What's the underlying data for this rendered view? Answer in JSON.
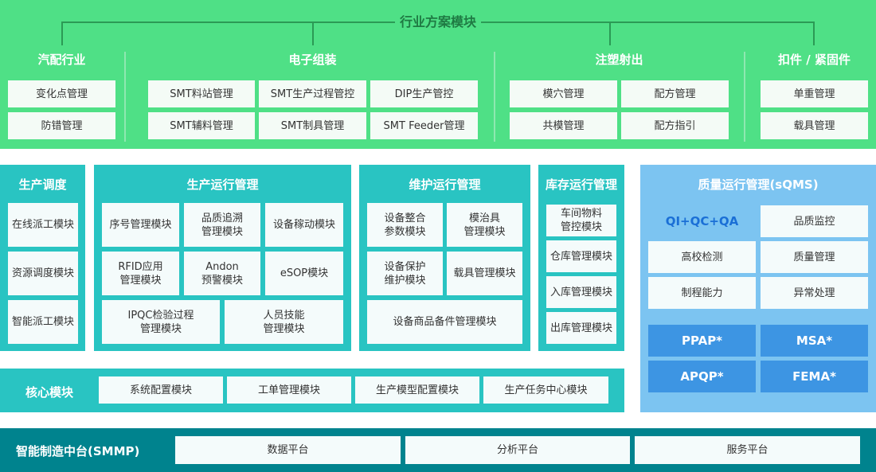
{
  "colors": {
    "industry_bg": "#4fe086",
    "teal_panel": "#29c4c2",
    "quality_panel": "#7cc4f1",
    "quality_accent": "#3d95e3",
    "platform_bg": "#00838e",
    "qi_text": "#1a6fd6"
  },
  "industry": {
    "title": "行业方案模块",
    "groups": [
      {
        "name": "汽配行业",
        "items": [
          "变化点管理",
          "防错管理"
        ]
      },
      {
        "name": "电子组装",
        "items": [
          "SMT料站管理",
          "SMT生产过程管控",
          "DIP生产管控",
          "SMT辅料管理",
          "SMT制具管理",
          "SMT Feeder管理"
        ]
      },
      {
        "name": "注塑射出",
        "items": [
          "模穴管理",
          "配方管理",
          "共模管理",
          "配方指引"
        ]
      },
      {
        "name": "扣件 / 紧固件",
        "items": [
          "单重管理",
          "载具管理"
        ]
      }
    ]
  },
  "scheduling": {
    "title": "生产调度",
    "items": [
      "在线派工模块",
      "资源调度模块",
      "智能派工模块"
    ]
  },
  "production_ops": {
    "title": "生产运行管理",
    "items": [
      "序号管理模块",
      "品质追溯\n管理模块",
      "设备稼动模块",
      "RFID应用\n管理模块",
      "Andon\n预警模块",
      "eSOP模块",
      "IPQC检验过程\n管理模块",
      "人员技能\n管理模块"
    ]
  },
  "maintenance_ops": {
    "title": "维护运行管理",
    "items": [
      "设备整合\n参数模块",
      "模治具\n管理模块",
      "设备保护\n维护模块",
      "载具管理模块",
      "设备商品备件管理模块"
    ]
  },
  "inventory_ops": {
    "title": "库存运行管理",
    "items": [
      "车间物料\n管控模块",
      "仓库管理模块",
      "入库管理模块",
      "出库管理模块"
    ]
  },
  "quality_ops": {
    "title": "质量运行管理(sQMS)",
    "highlight": "QI+QC+QA",
    "items": [
      "品质监控",
      "高校检测",
      "质量管理",
      "制程能力",
      "异常处理"
    ],
    "tools": [
      "PPAP*",
      "MSA*",
      "APQP*",
      "FEMA*"
    ]
  },
  "core": {
    "title": "核心模块",
    "items": [
      "系统配置模块",
      "工单管理模块",
      "生产模型配置模块",
      "生产任务中心模块"
    ]
  },
  "platform": {
    "title": "智能制造中台(SMMP)",
    "items": [
      "数据平台",
      "分析平台",
      "服务平台"
    ]
  }
}
